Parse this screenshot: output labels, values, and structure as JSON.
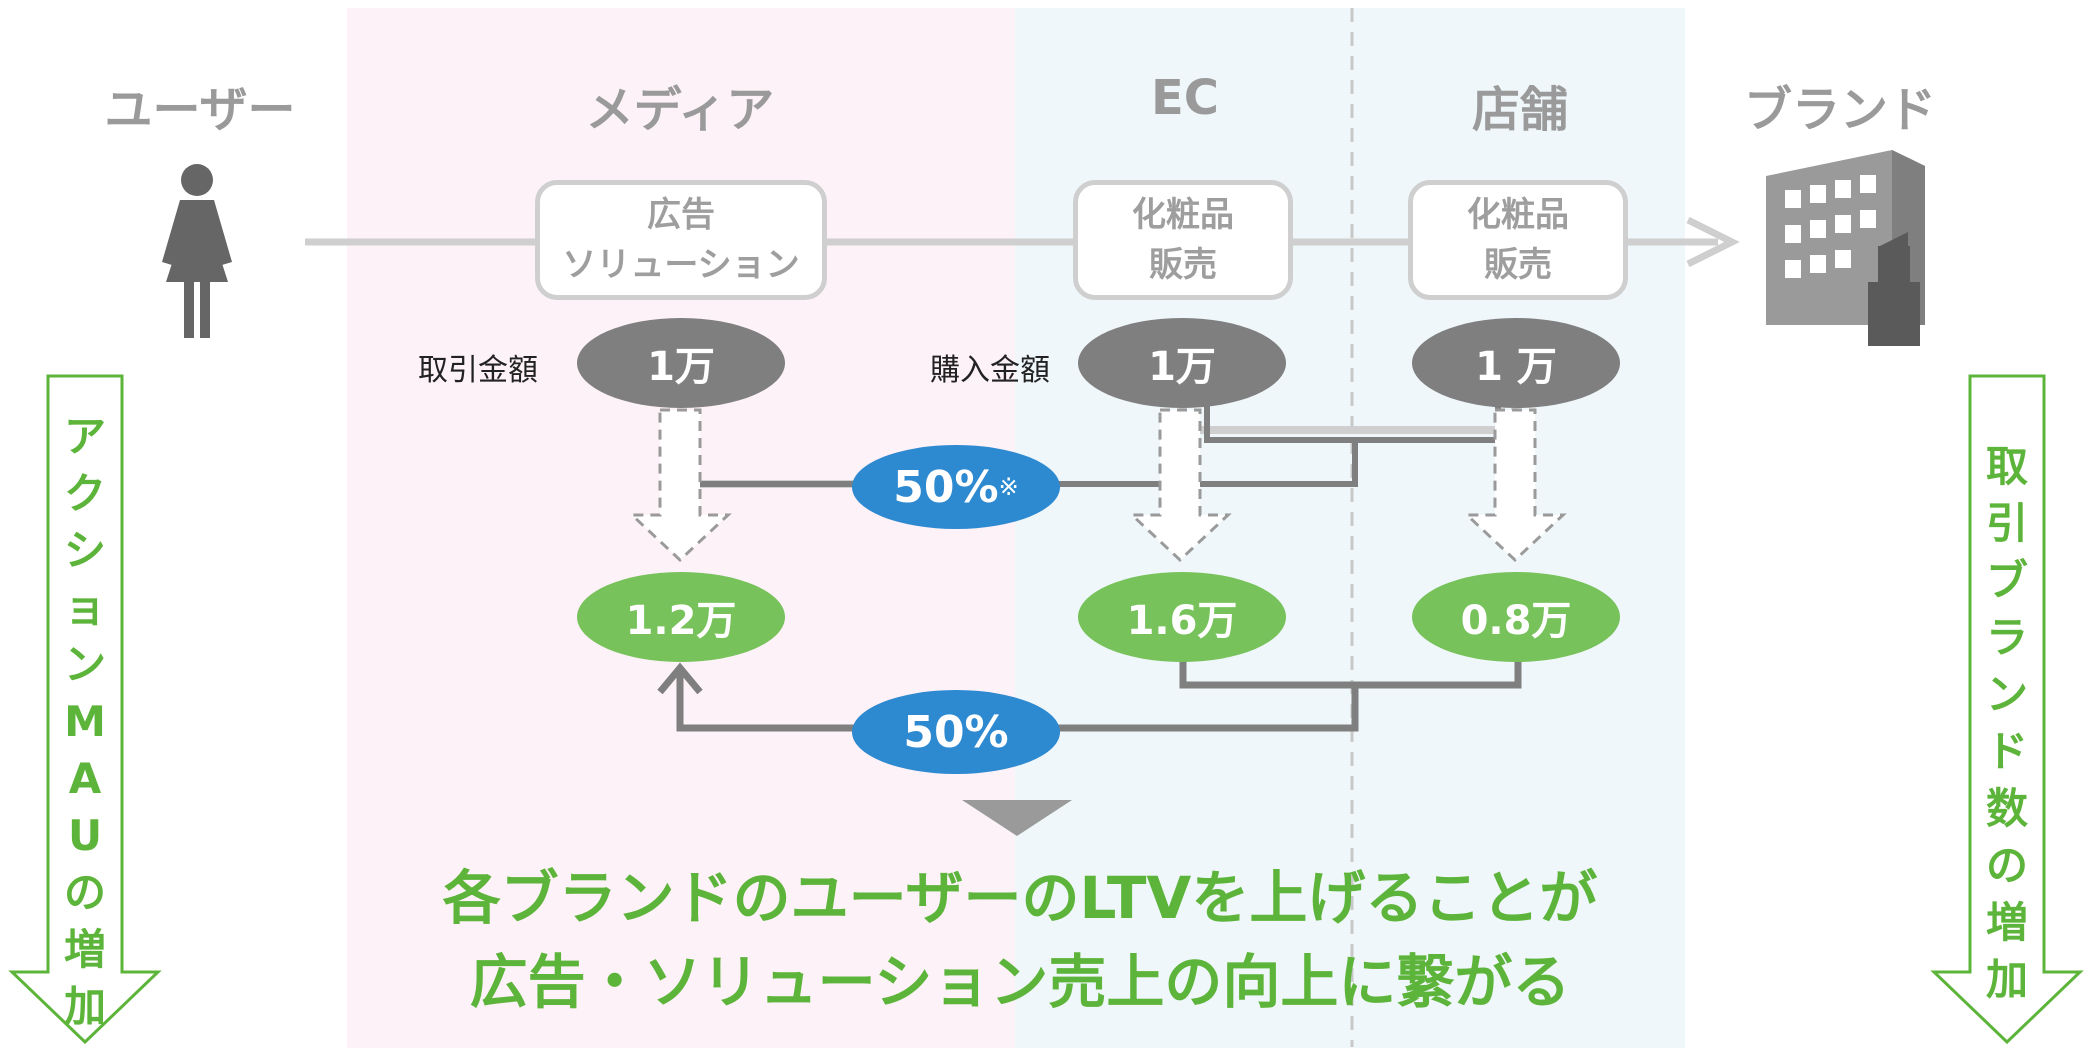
{
  "headers": {
    "user": "ユーザー",
    "media": "メディア",
    "ec": "EC",
    "store": "店舗",
    "brand": "ブランド"
  },
  "boxes": {
    "ad": "広告\nソリューション",
    "ec": "化粧品\n販売",
    "store": "化粧品\n販売"
  },
  "labels": {
    "transaction": "取引金額",
    "purchase": "購入金額"
  },
  "before": {
    "media": "1万",
    "ec": "1万",
    "store": "1 万"
  },
  "after": {
    "media": "1.2万",
    "ec": "1.6万",
    "store": "0.8万"
  },
  "ratios": {
    "upper": "50%",
    "upper_note": "※",
    "lower": "50%"
  },
  "side": {
    "left": [
      "ア",
      "ク",
      "シ",
      "ョ",
      "ン",
      "M",
      "A",
      "U",
      "の",
      "増",
      "加"
    ],
    "right": [
      "取",
      "引",
      "ブ",
      "ラ",
      "ン",
      "ド",
      "数",
      "の",
      "増",
      "加"
    ]
  },
  "conclusion": {
    "line1": "各ブランドのユーザーのLTVを上げることが",
    "line2": "広告・ソリューション売上の向上に繋がる"
  },
  "colors": {
    "green": "#5db43a",
    "blue": "#2d89d0",
    "gray": "#7f7f7f"
  }
}
